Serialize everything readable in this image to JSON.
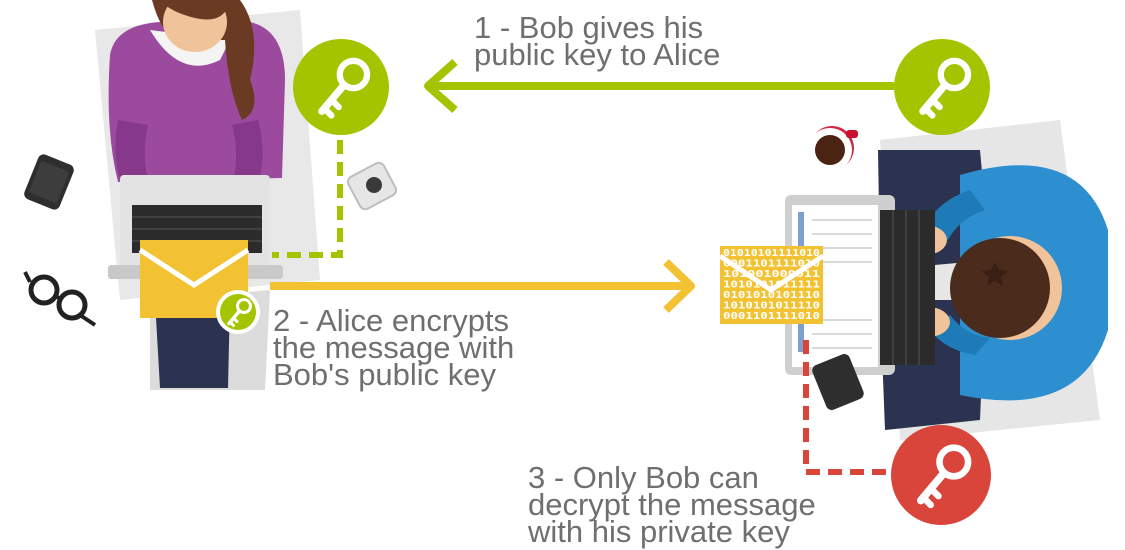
{
  "steps": [
    {
      "number": "1",
      "lines": [
        "1 - Bob gives his",
        "public key to Alice"
      ]
    },
    {
      "number": "2",
      "lines": [
        "2 - Alice encrypts",
        "the message with",
        "Bob's public key"
      ]
    },
    {
      "number": "3",
      "lines": [
        "3 - Only Bob can",
        "decrypt the message",
        "with his private key"
      ]
    }
  ],
  "encrypted_text_lines": [
    "01010101111010",
    "0001101111010",
    "101001000011",
    "1010101011111",
    "0101010101110",
    "1010101011110",
    "0001101111010"
  ],
  "colors": {
    "public_key": "#a5c400",
    "envelope": "#f2c232",
    "private_key": "#d9453b",
    "text": "#6f6f6f"
  },
  "icons": {
    "alice_key": "key-icon",
    "bob_public_key": "key-icon",
    "bob_private_key": "key-icon",
    "envelope": "envelope-icon"
  }
}
